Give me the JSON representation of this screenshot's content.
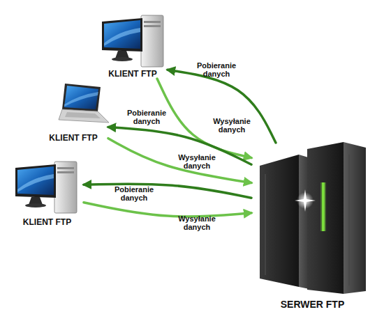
{
  "diagram": {
    "nodes": [
      {
        "text": [
          "KLIENT FTP"
        ]
      },
      {
        "text": [
          "KLIENT FTP"
        ]
      },
      {
        "text": [
          "KLIENT FTP"
        ]
      },
      {
        "text": [
          "SERWER FTP"
        ]
      }
    ],
    "edges": [
      {
        "from": 3,
        "to": 0,
        "arrow": "to",
        "label": "Pobieranie danych"
      },
      {
        "from": 0,
        "to": 3,
        "arrow": "to",
        "label": "Wysyłanie danych"
      },
      {
        "from": 3,
        "to": 1,
        "arrow": "to",
        "label": "Pobieranie danych"
      },
      {
        "from": 1,
        "to": 3,
        "arrow": "to",
        "label": "Wysyłanie danych"
      },
      {
        "from": 3,
        "to": 2,
        "arrow": "to",
        "label": "Pobieranie danych"
      },
      {
        "from": 2,
        "to": 3,
        "arrow": "to",
        "label": "Wysyłanie danych"
      }
    ]
  }
}
